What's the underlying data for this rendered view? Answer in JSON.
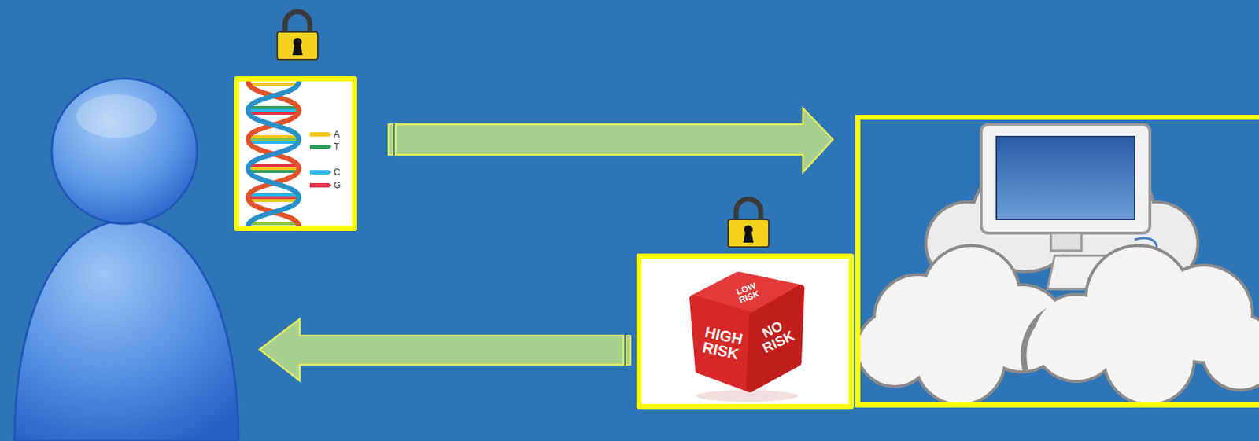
{
  "diagram": {
    "nodes": [
      {
        "text": [
          "A",
          "T",
          "C",
          "G"
        ]
      },
      {
        "text": [
          "LOW RISK",
          "HIGH RISK",
          "NO RISK"
        ]
      }
    ]
  }
}
